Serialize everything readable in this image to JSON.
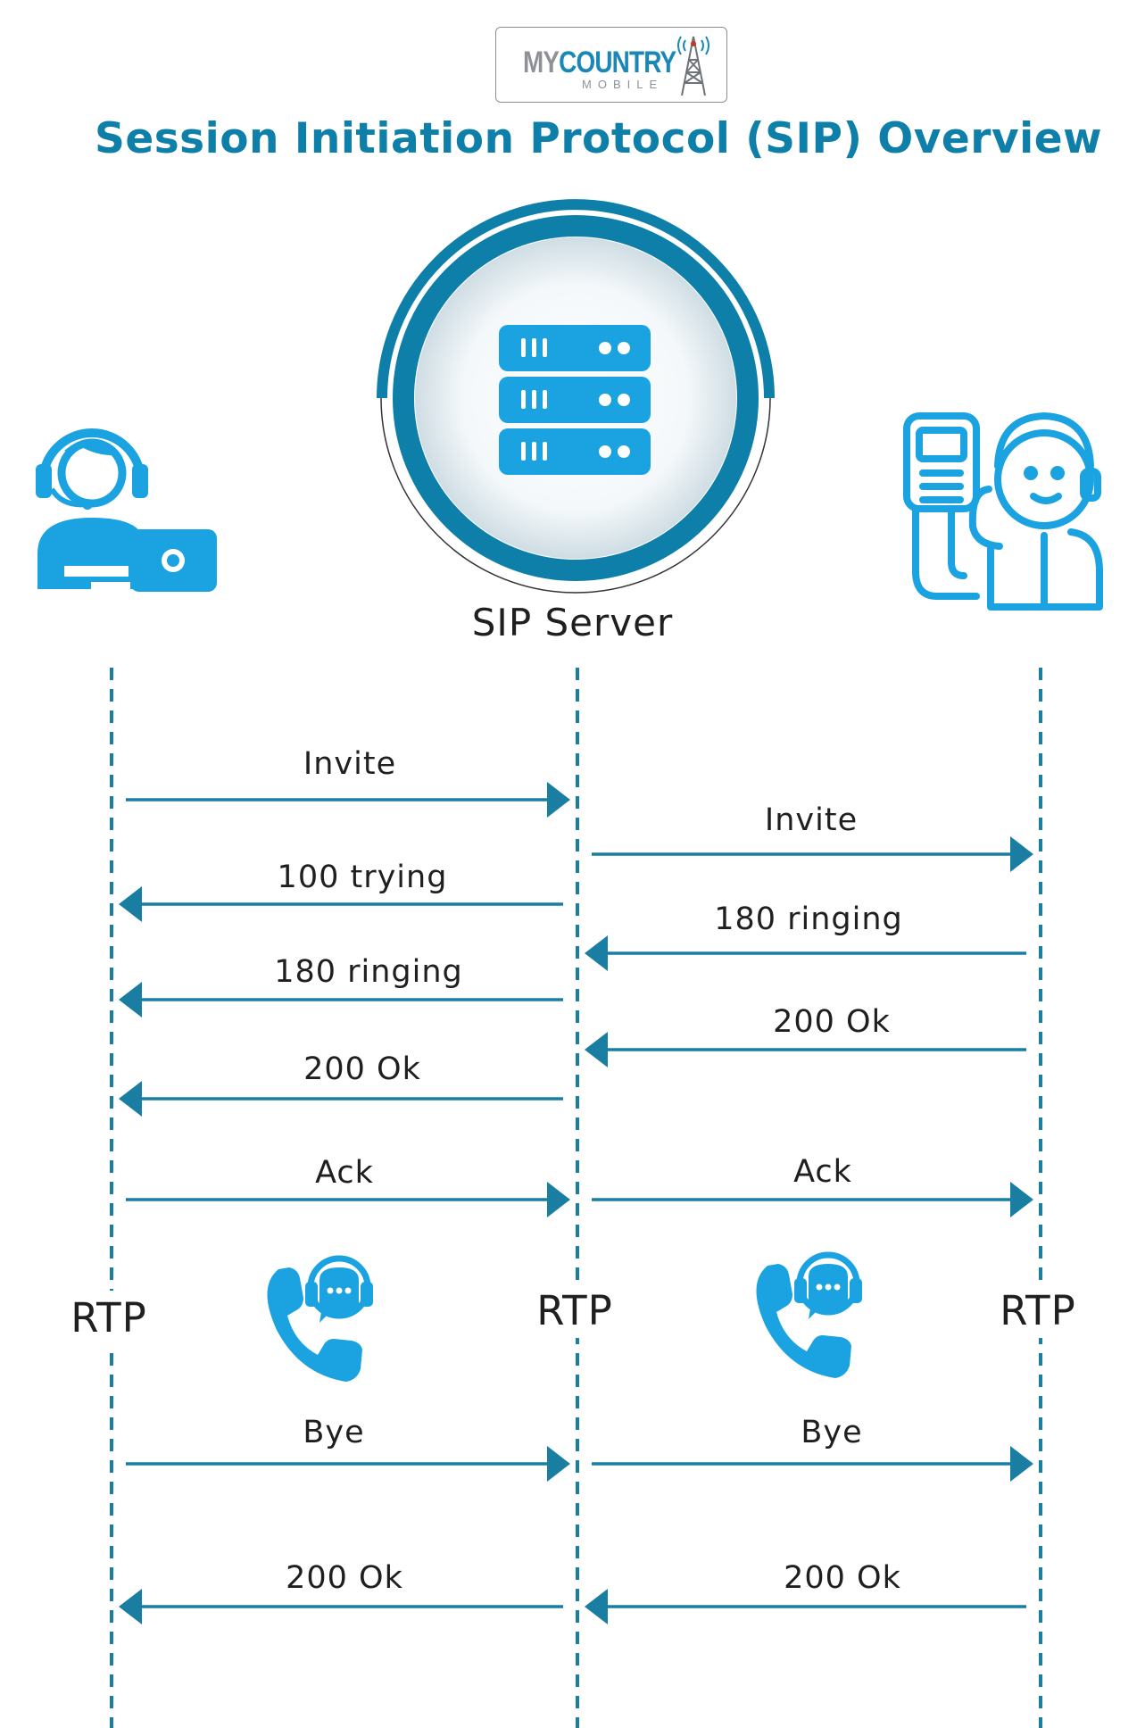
{
  "logo": {
    "word1": "MY",
    "word2": "COUNTRY",
    "sub": "MOBILE"
  },
  "title": "Session Initiation Protocol (SIP) Overview",
  "server_label": "SIP Server",
  "colors": {
    "primary": "#0e7fa8",
    "icon": "#1aa3e0",
    "line": "#1a7ea3"
  },
  "actors": [
    {
      "icon": "agent-laptop-icon"
    },
    {
      "icon": "sip-server-icon"
    },
    {
      "icon": "agent-phone-icon"
    }
  ],
  "messages": [
    {
      "id": "m1",
      "label": "Invite",
      "from": "caller",
      "to": "server"
    },
    {
      "id": "m2",
      "label": "Invite",
      "from": "server",
      "to": "callee"
    },
    {
      "id": "m3",
      "label": "100 trying",
      "from": "server",
      "to": "caller"
    },
    {
      "id": "m4",
      "label": "180 ringing",
      "from": "callee",
      "to": "server"
    },
    {
      "id": "m5",
      "label": "180 ringing",
      "from": "server",
      "to": "caller"
    },
    {
      "id": "m6",
      "label": "200 Ok",
      "from": "callee",
      "to": "server"
    },
    {
      "id": "m7",
      "label": "200 Ok",
      "from": "server",
      "to": "caller"
    },
    {
      "id": "m8",
      "label": "Ack",
      "from": "caller",
      "to": "server"
    },
    {
      "id": "m9",
      "label": "Ack",
      "from": "server",
      "to": "callee"
    },
    {
      "id": "m10",
      "label": "Bye",
      "from": "caller",
      "to": "server"
    },
    {
      "id": "m11",
      "label": "Bye",
      "from": "server",
      "to": "callee"
    },
    {
      "id": "m12",
      "label": "200 Ok",
      "from": "server",
      "to": "caller"
    },
    {
      "id": "m13",
      "label": "200 Ok",
      "from": "callee",
      "to": "server"
    }
  ],
  "rtp_labels": [
    "RTP",
    "RTP",
    "RTP"
  ]
}
